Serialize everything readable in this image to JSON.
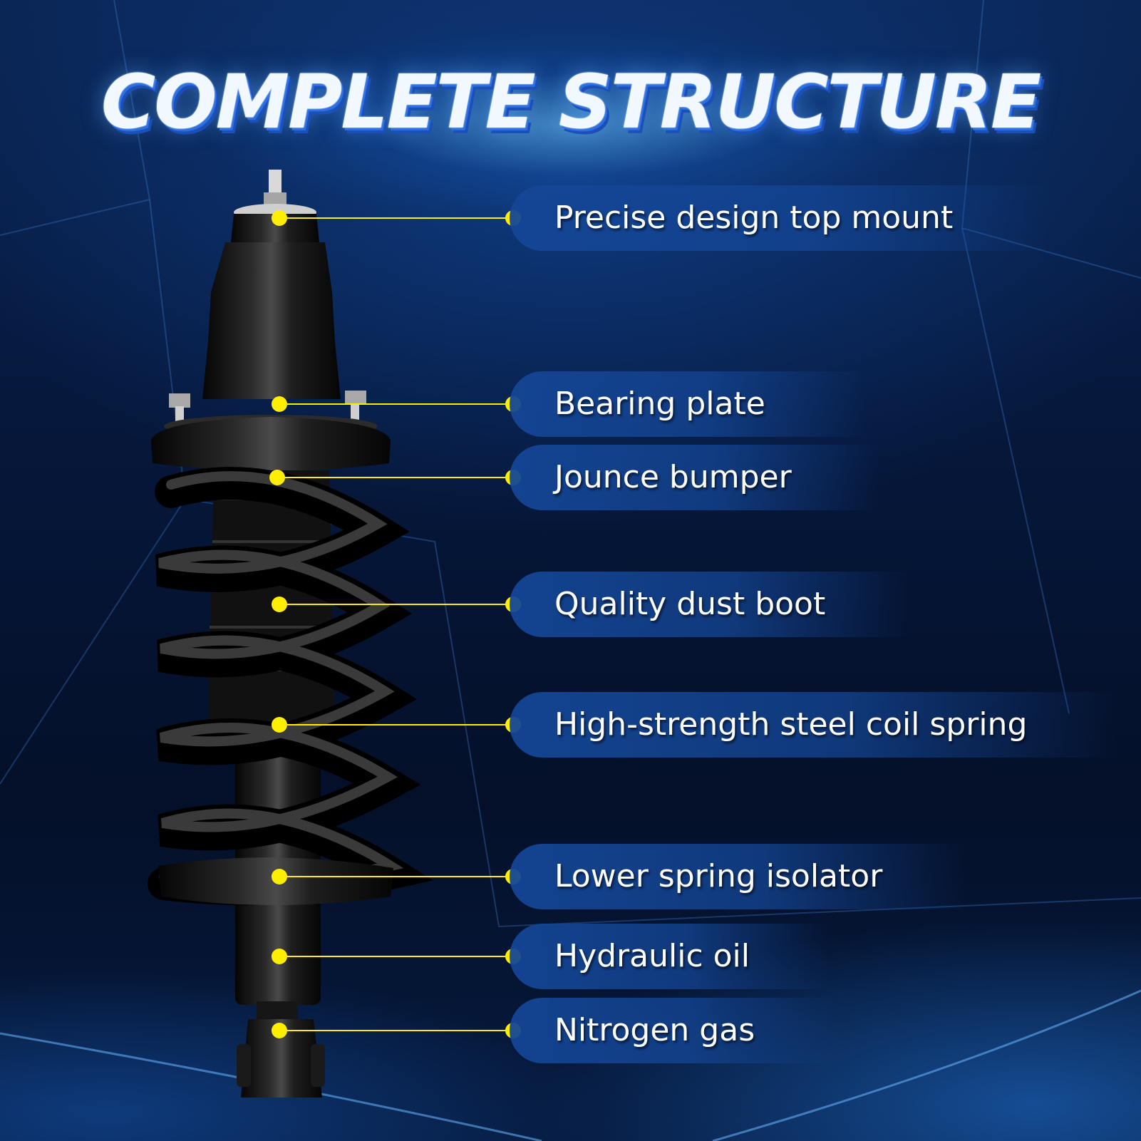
{
  "title": "COMPLETE STRUCTURE",
  "accent_color": "#ffee00",
  "pill_color": "#14469a",
  "labels": [
    "Precise design top mount",
    "Bearing plate",
    "Jounce bumper",
    "Quality dust boot",
    "High-strength steel coil spring",
    "Lower spring isolator",
    "Hydraulic oil",
    "Nitrogen gas"
  ]
}
